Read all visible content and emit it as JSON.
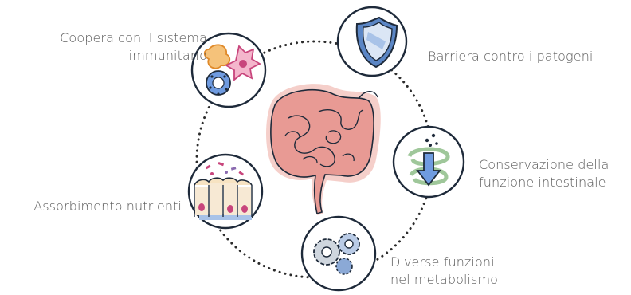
{
  "benefits": {
    "immune": {
      "line1": "Coopera con il sistema",
      "line2": "immunitario",
      "icon": "immune-cells-icon"
    },
    "barrier": {
      "line1": "Barriera contro i patogeni",
      "icon": "shield-icon"
    },
    "conservation": {
      "line1": "Conservazione della",
      "line2": "funzione intestinale",
      "icon": "swirl-arrow-icon"
    },
    "metabolism": {
      "line1": "Diverse funzioni",
      "line2": "nel metabolismo",
      "icon": "gears-icon"
    },
    "absorption": {
      "line1": "Assorbimento nutrienti",
      "icon": "intestinal-villi-icon"
    }
  },
  "center": {
    "icon": "intestine-icon"
  },
  "colors": {
    "outline": "#1e2a3a",
    "intestine": "#e89a94",
    "intestine_shadow": "#f2c3bd",
    "blue_accent": "#5b86c5",
    "green_accent": "#9fc79a",
    "orange_accent": "#f2a64a",
    "pink_accent": "#c8457c",
    "dots": "#2b2b2b"
  }
}
